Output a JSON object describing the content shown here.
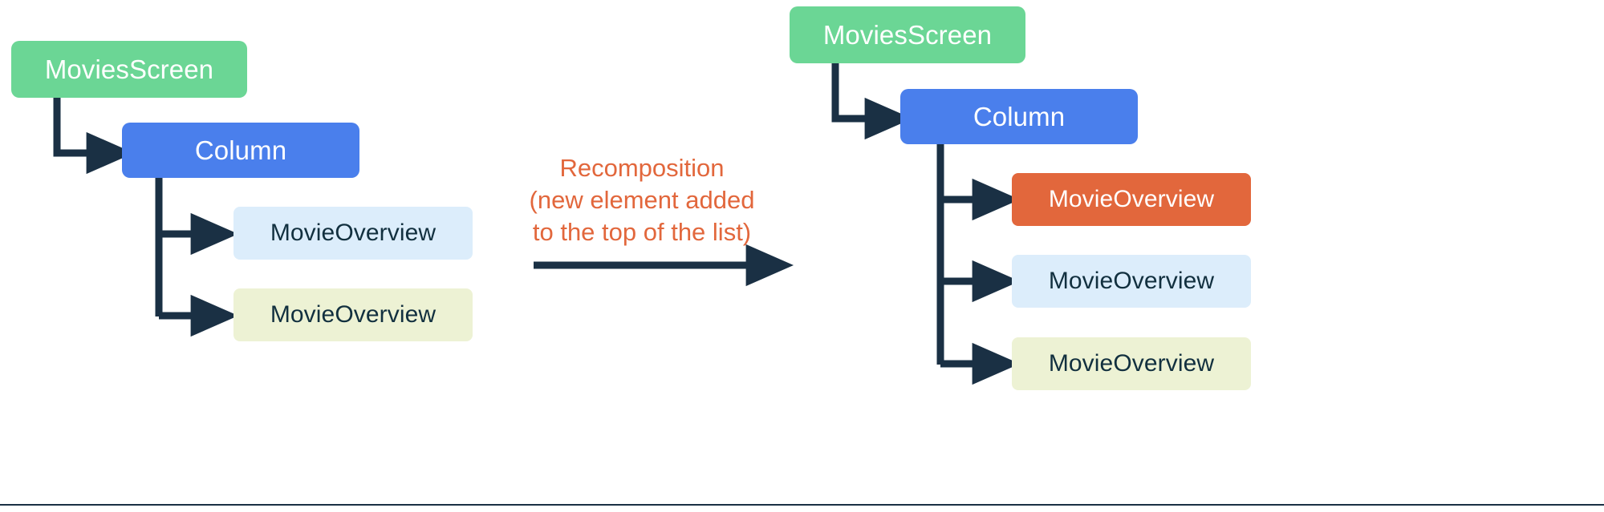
{
  "diagram": {
    "title": "Recomposition of a composition tree",
    "background": "#ffffff",
    "connector_color": "#1a3044",
    "divider_color": "#1a3044"
  },
  "colors": {
    "green": "#6bd695",
    "blue": "#4a7fec",
    "orange": "#e2673c",
    "pale_blue": "#dcedfb",
    "pale_yellow": "#edf2d4",
    "dark_text": "#12303f",
    "white_text": "#ffffff",
    "connector": "#1a3044"
  },
  "before_tree": {
    "name": "before-recomposition-tree",
    "root": {
      "label": "MoviesScreen",
      "fill": "#6bd695",
      "text": "#ffffff"
    },
    "column": {
      "label": "Column",
      "fill": "#4a7fec",
      "text": "#ffffff"
    },
    "children": [
      {
        "label": "MovieOverview",
        "fill": "#dcedfb",
        "text": "#12303f"
      },
      {
        "label": "MovieOverview",
        "fill": "#edf2d4",
        "text": "#12303f"
      }
    ]
  },
  "transition": {
    "name": "recomposition-transition",
    "lines": [
      "Recomposition",
      "(new element added",
      "to the top of the list)"
    ],
    "text_color": "#e2673c",
    "arrow_color": "#1a3044"
  },
  "after_tree": {
    "name": "after-recomposition-tree",
    "root": {
      "label": "MoviesScreen",
      "fill": "#6bd695",
      "text": "#ffffff"
    },
    "column": {
      "label": "Column",
      "fill": "#4a7fec",
      "text": "#ffffff"
    },
    "children": [
      {
        "label": "MovieOverview",
        "fill": "#e2673c",
        "text": "#ffffff"
      },
      {
        "label": "MovieOverview",
        "fill": "#dcedfb",
        "text": "#12303f"
      },
      {
        "label": "MovieOverview",
        "fill": "#edf2d4",
        "text": "#12303f"
      }
    ]
  }
}
